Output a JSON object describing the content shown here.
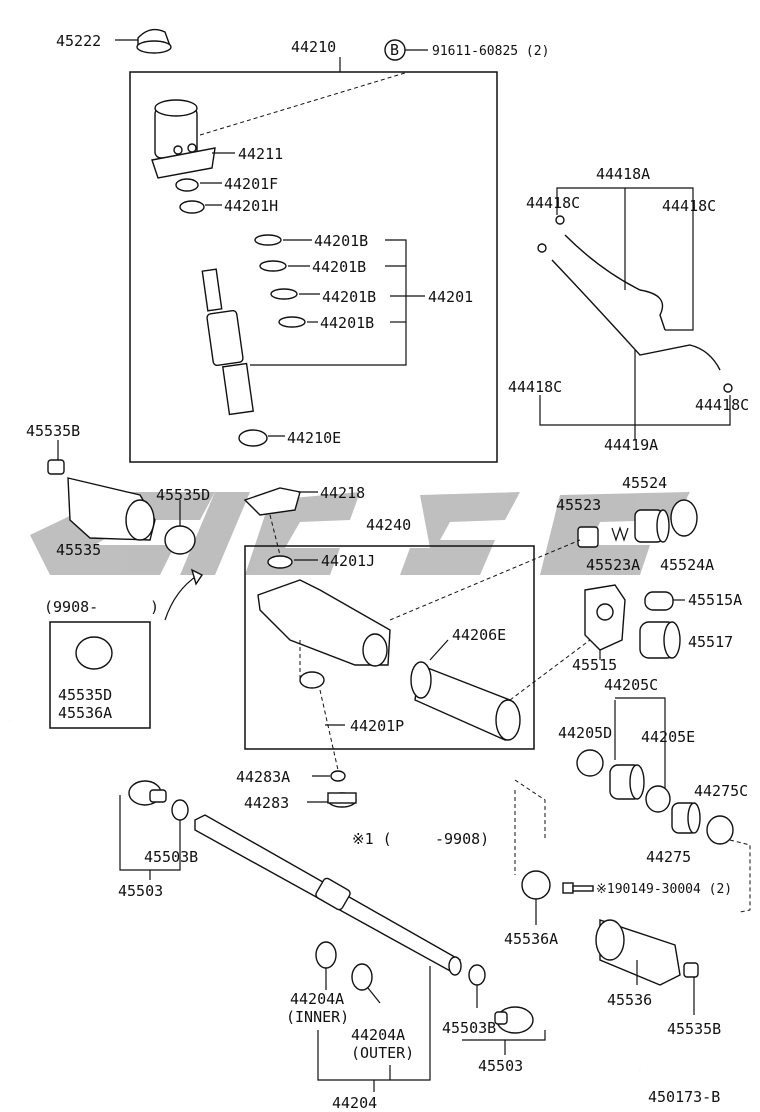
{
  "watermark": {
    "text": "cic 9c",
    "color": "#b8b8b8"
  },
  "labels": {
    "p45222": "45222",
    "p44210": "44210",
    "circle_b": "B",
    "p91611": "91611-60825 (2)",
    "p44211": "44211",
    "p44201F": "44201F",
    "p44201H": "44201H",
    "p44201B_1": "44201B",
    "p44201B_2": "44201B",
    "p44201B_3": "44201B",
    "p44201B_4": "44201B",
    "p44201": "44201",
    "p44210E": "44210E",
    "p44418A": "44418A",
    "p44418C_1": "44418C",
    "p44418C_2": "44418C",
    "p44418C_3": "44418C",
    "p44418C_4": "44418C",
    "p44419A": "44419A",
    "p45535B_1": "45535B",
    "p45535D_1": "45535D",
    "p45535": "45535",
    "p44218": "44218",
    "p44240": "44240",
    "p44201J": "44201J",
    "p45523": "45523",
    "p45524": "45524",
    "p45523A": "45523A",
    "p45524A": "45524A",
    "p9908": "(9908-",
    "p9908_close": ")",
    "p45535D_2": "45535D",
    "p45536A_1": "45536A",
    "p44206E": "44206E",
    "p45515A": "45515A",
    "p45515": "45515",
    "p45517": "45517",
    "p44201P": "44201P",
    "p44205C": "44205C",
    "p44205D": "44205D",
    "p44205E": "44205E",
    "p44283A": "44283A",
    "p44283": "44283",
    "p45503B_1": "45503B",
    "p45503_1": "45503",
    "note1": "※1 (",
    "note1b": "-9908)",
    "p44275C": "44275C",
    "p44275": "44275",
    "p90149": "※190149-30004 (2)",
    "p45536A_2": "45536A",
    "p45536": "45536",
    "p45535B_2": "45535B",
    "p44204A_1": "44204A",
    "p_inner": "(INNER)",
    "p44204A_2": "44204A",
    "p_outer": "(OUTER)",
    "p45503B_2": "45503B",
    "p45503_2": "45503",
    "p44204": "44204",
    "fig_code": "450173-B"
  }
}
